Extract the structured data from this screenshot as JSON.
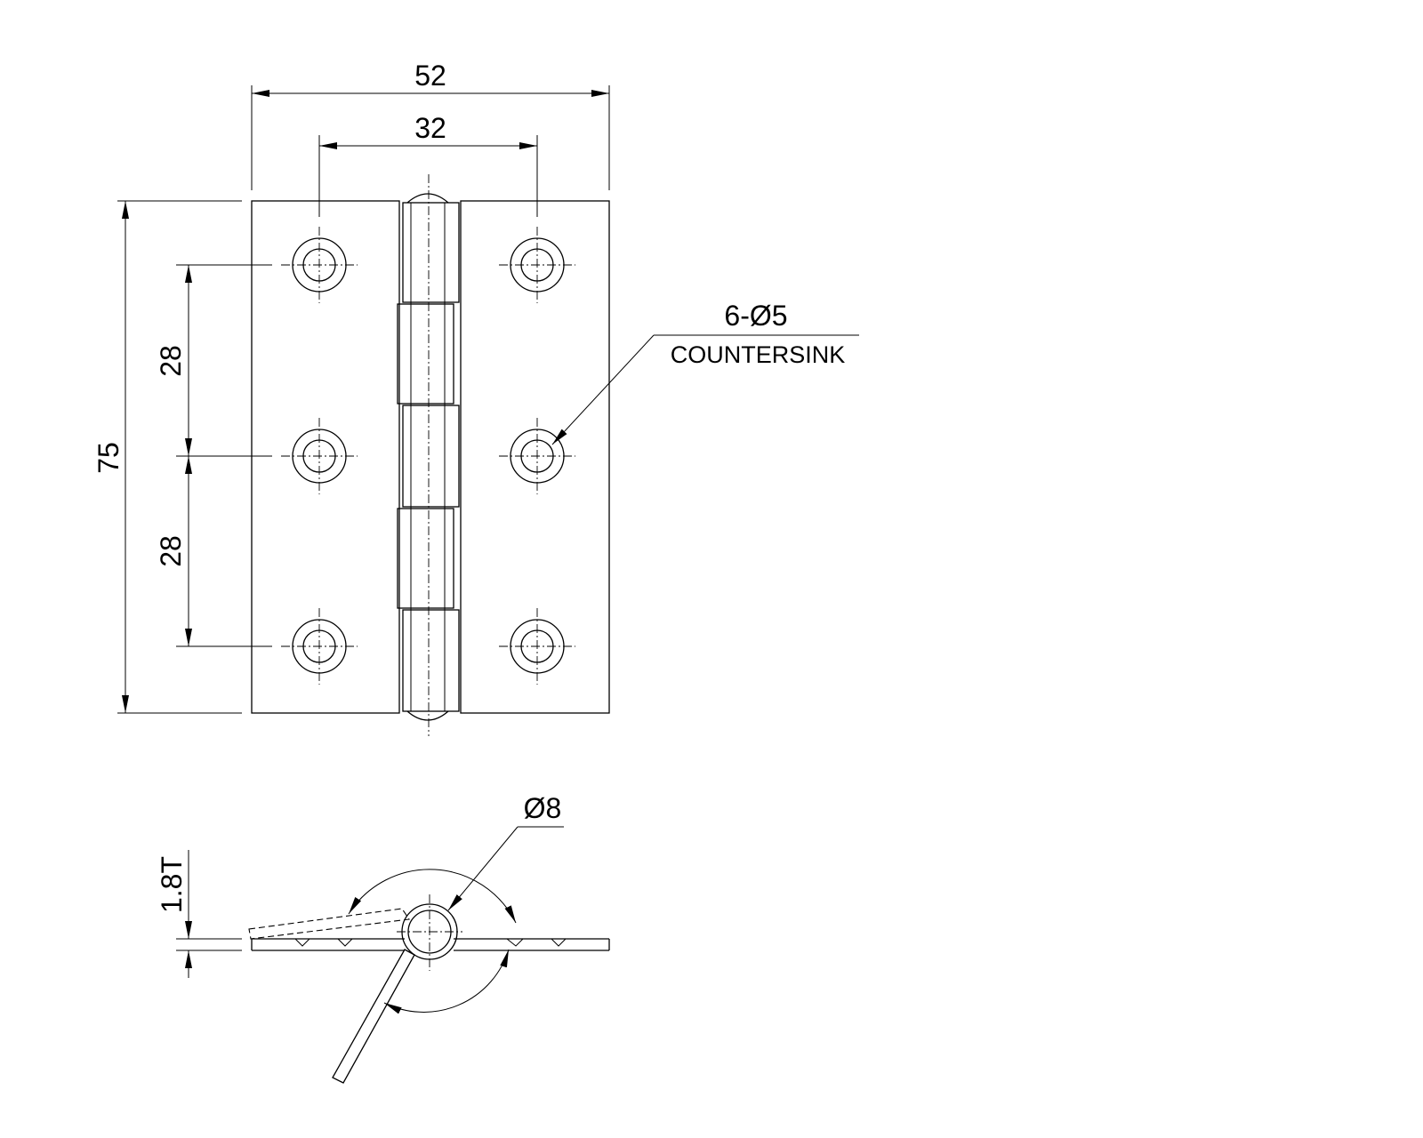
{
  "dimensions": {
    "overall_width": "52",
    "hole_spacing_horizontal": "32",
    "overall_height": "75",
    "hole_pitch_upper": "28",
    "hole_pitch_lower": "28",
    "thickness": "1.8T",
    "pin_diameter": "Ø8"
  },
  "hole_note": {
    "line1": "6-Ø5",
    "line2": "COUNTERSINK"
  }
}
